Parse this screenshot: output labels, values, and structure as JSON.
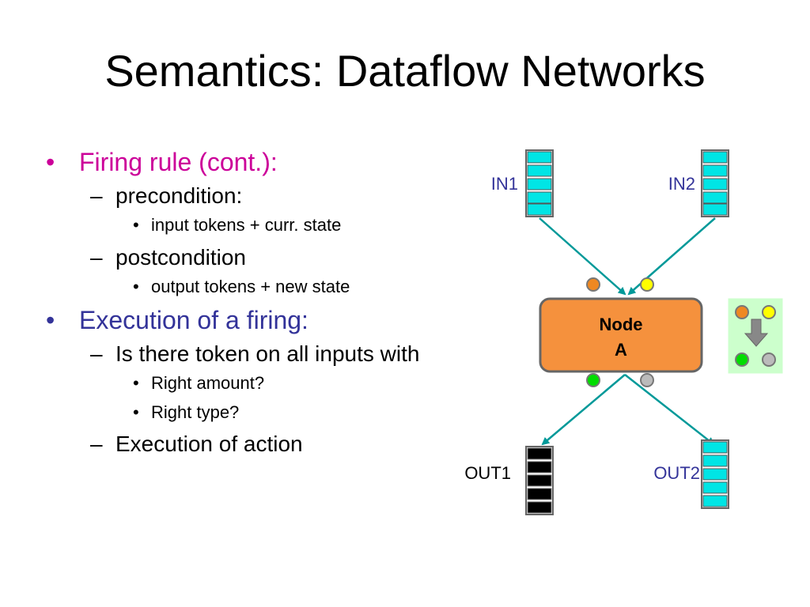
{
  "slide": {
    "title": "Semantics: Dataflow Networks"
  },
  "bullets": {
    "firing_rule": "Firing rule (cont.):",
    "precondition": "precondition:",
    "precondition_detail": "input tokens + curr. state",
    "postcondition": "postcondition",
    "postcondition_detail": "output tokens + new state",
    "execution": "Execution of a firing:",
    "token_question": "Is there token on all inputs with",
    "right_amount": "Right amount?",
    "right_type": "Right type?",
    "execution_action": "Execution of action"
  },
  "diagram": {
    "in1": "IN1",
    "in2": "IN2",
    "out1": "OUT1",
    "out2": "OUT2",
    "node_line1": "Node",
    "node_line2": "A",
    "colors": {
      "queue_cyan": "#00e5e5",
      "queue_black": "#000000",
      "node_fill": "#f5913d",
      "arrow": "#009999",
      "token_orange": "#ee8822",
      "token_yellow": "#ffff00",
      "token_green": "#00dd00",
      "token_gray": "#bbbbbb",
      "legend_bg": "#ccffcc",
      "out2_text": "#333399"
    }
  }
}
